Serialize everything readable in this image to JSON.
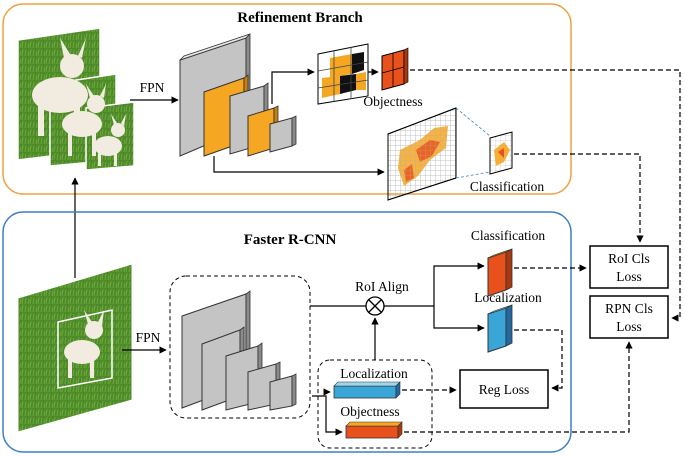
{
  "refinement": {
    "title": "Refinement Branch",
    "fpn": "FPN",
    "objectness": "Objectness",
    "classification": "Classification"
  },
  "faster": {
    "title": "Faster R-CNN",
    "fpn": "FPN",
    "roi_align": "RoI Align",
    "classification": "Classification",
    "localization_head": "Localization",
    "rpn_localization": "Localization",
    "rpn_objectness": "Objectness"
  },
  "losses": {
    "roi_cls_line1": "RoI Cls",
    "roi_cls_line2": "Loss",
    "rpn_cls_line1": "RPN Cls",
    "rpn_cls_line2": "Loss",
    "reg": "Reg  Loss"
  },
  "colors": {
    "refinement_border": "#f0a040",
    "faster_border": "#3d7fc8",
    "orange_feature": "#f5a623",
    "gray_feature": "#c4c4c4",
    "red_block": "#e8501c",
    "blue_block": "#3aa6d8",
    "grass": "#4f8a2a"
  }
}
